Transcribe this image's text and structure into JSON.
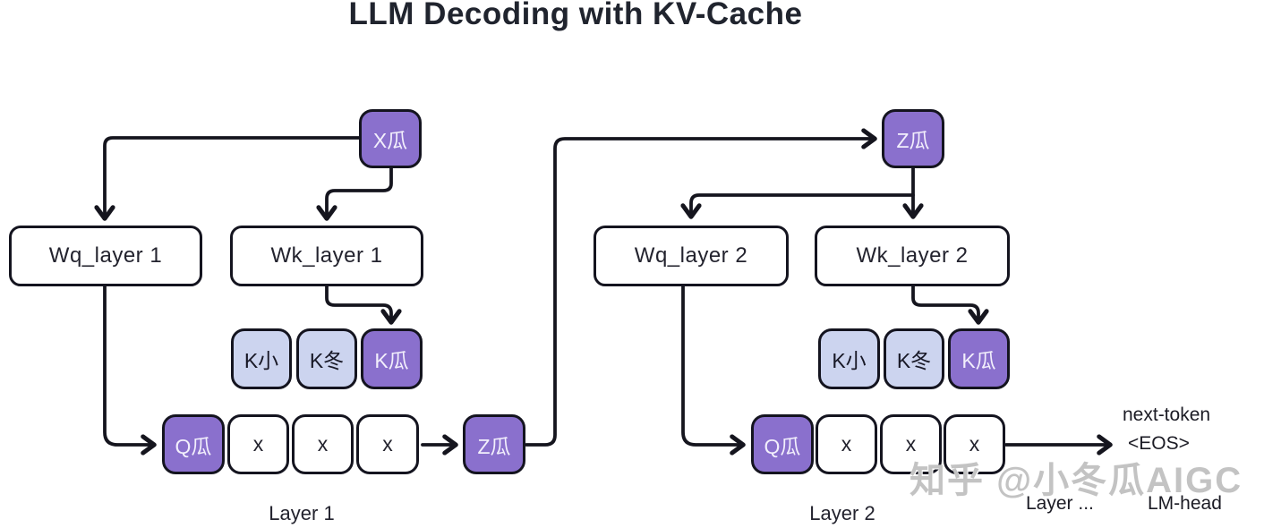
{
  "title": "LLM Decoding with KV-Cache",
  "colors": {
    "token_purple": "#8a70cd",
    "cache_lavender": "#ccd4ef",
    "box_border": "#14141f",
    "arrow": "#15151e",
    "watermark_gray": "#c3c3c3"
  },
  "layer1": {
    "input_token": "X瓜",
    "wq_label": "Wq_layer 1",
    "wk_label": "Wk_layer 1",
    "k_cache": [
      "K小",
      "K冬",
      "K瓜"
    ],
    "q_token": "Q瓜",
    "x_tokens": [
      "x",
      "x",
      "x"
    ],
    "output_token": "Z瓜",
    "label": "Layer 1"
  },
  "layer2": {
    "input_token": "Z瓜",
    "wq_label": "Wq_layer 2",
    "wk_label": "Wk_layer 2",
    "k_cache": [
      "K小",
      "K冬",
      "K瓜"
    ],
    "q_token": "Q瓜",
    "x_tokens": [
      "x",
      "x",
      "x"
    ],
    "label": "Layer 2"
  },
  "output": {
    "next_token_line1": "next-token",
    "next_token_line2": "<EOS>",
    "layer_more_label": "Layer ...",
    "lm_head_label": "LM-head"
  },
  "watermark": "知乎 @小冬瓜AIGC"
}
